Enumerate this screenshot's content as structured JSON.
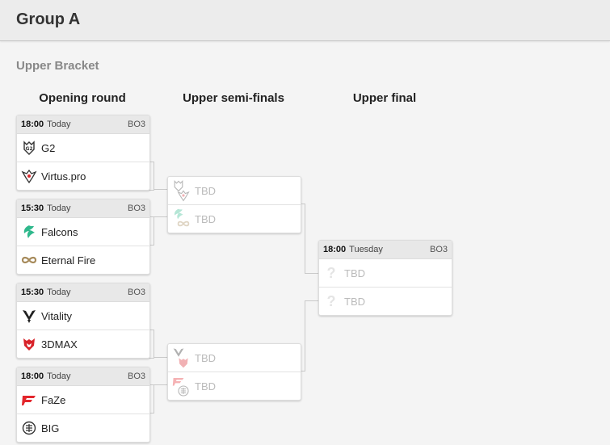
{
  "header": {
    "title": "Group A"
  },
  "section": {
    "title": "Upper Bracket"
  },
  "rounds": [
    "Opening round",
    "Upper semi-finals",
    "Upper final"
  ],
  "matches": [
    {
      "time": "18:00",
      "day": "Today",
      "format": "BO3",
      "teams": [
        {
          "name": "G2",
          "logo": "g2-logo"
        },
        {
          "name": "Virtus.pro",
          "logo": "virtuspro-logo"
        }
      ]
    },
    {
      "time": "15:30",
      "day": "Today",
      "format": "BO3",
      "teams": [
        {
          "name": "Falcons",
          "logo": "falcons-logo"
        },
        {
          "name": "Eternal Fire",
          "logo": "eternal-fire-logo"
        }
      ]
    },
    {
      "time": "15:30",
      "day": "Today",
      "format": "BO3",
      "teams": [
        {
          "name": "Vitality",
          "logo": "vitality-logo"
        },
        {
          "name": "3DMAX",
          "logo": "3dmax-logo"
        }
      ]
    },
    {
      "time": "18:00",
      "day": "Today",
      "format": "BO3",
      "teams": [
        {
          "name": "FaZe",
          "logo": "faze-logo"
        },
        {
          "name": "BIG",
          "logo": "big-logo"
        }
      ]
    }
  ],
  "semis": [
    {
      "teams": [
        {
          "name": "TBD",
          "logo": "g2-virtuspro-logos"
        },
        {
          "name": "TBD",
          "logo": "falcons-eternal-fire-logos"
        }
      ]
    },
    {
      "teams": [
        {
          "name": "TBD",
          "logo": "vitality-3dmax-logos"
        },
        {
          "name": "TBD",
          "logo": "faze-big-logos"
        }
      ]
    }
  ],
  "final": {
    "time": "18:00",
    "day": "Tuesday",
    "format": "BO3",
    "teams": [
      {
        "name": "TBD",
        "logo": "question-mark"
      },
      {
        "name": "TBD",
        "logo": "question-mark"
      }
    ]
  },
  "colors": {
    "falcons": "#2fb88c",
    "faze": "#e3262c",
    "threeDmax": "#d8232a",
    "eternalFire": "#a68a5a",
    "vitality": "#222222"
  }
}
